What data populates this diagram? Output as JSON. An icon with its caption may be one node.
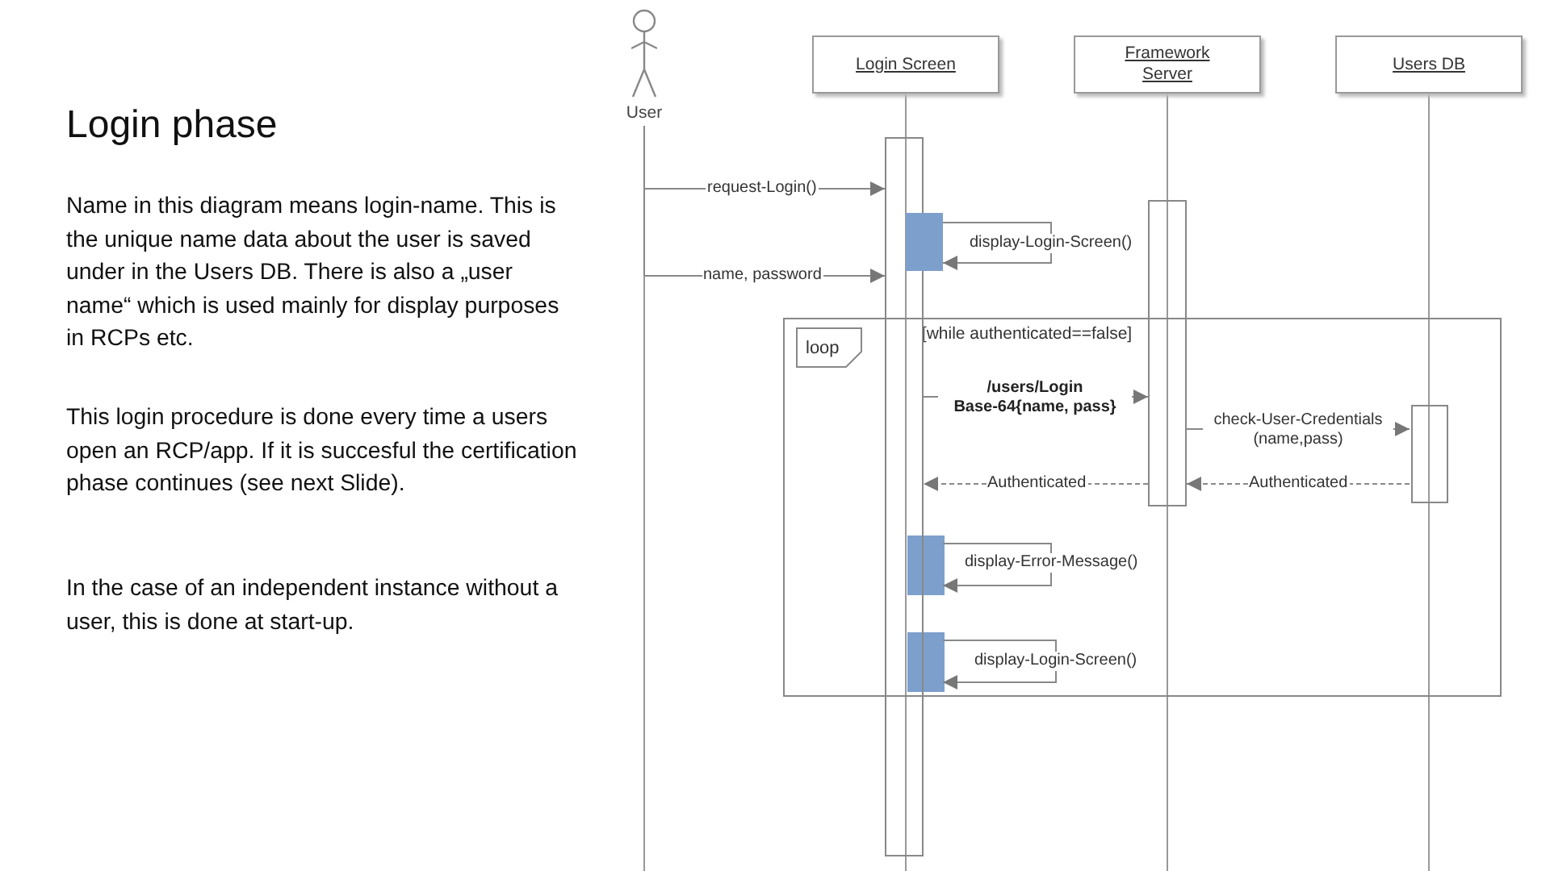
{
  "diagram": {
    "title": "Login phase",
    "nodes": [
      {
        "text": [
          "User"
        ]
      },
      {
        "text": [
          "Login Screen"
        ]
      },
      {
        "text": [
          "Framework Server"
        ]
      },
      {
        "text": [
          "Users DB"
        ]
      },
      {
        "text": [
          "loop",
          "[while authenticated==false]"
        ]
      },
      {
        "text": [],
        "shape": "bar"
      },
      {
        "text": [],
        "shape": "bar"
      },
      {
        "text": [],
        "shape": "bar"
      },
      {
        "text": [],
        "shape": "bar",
        "in": 4
      },
      {
        "text": [],
        "shape": "bar",
        "in": 4
      },
      {
        "text": [],
        "shape": "bar",
        "in": 4
      }
    ],
    "edges": [
      {
        "from": 0,
        "to": 5,
        "arrow": "to",
        "label": "request-Login()"
      },
      {
        "from": 6,
        "to": 6,
        "arrow": "to",
        "label": "display-Login-Screen()"
      },
      {
        "from": 0,
        "to": 5,
        "arrow": "to",
        "label": "name, password"
      },
      {
        "from": 5,
        "to": 7,
        "arrow": "to",
        "label": "/users/Login Base-64{name, pass}"
      },
      {
        "from": 7,
        "to": 8,
        "arrow": "to",
        "label": "check-User-Credentials (name,pass)"
      },
      {
        "from": 8,
        "to": 7,
        "arrow": "to",
        "label": "Authenticated",
        "style": "dashed"
      },
      {
        "from": 7,
        "to": 5,
        "arrow": "to",
        "label": "Authenticated",
        "style": "dashed"
      },
      {
        "from": 9,
        "to": 9,
        "arrow": "to",
        "label": "display-Error-Message()"
      },
      {
        "from": 10,
        "to": 10,
        "arrow": "to",
        "label": "display-Login-Screen()"
      }
    ],
    "labels": [
      "Name in this diagram means login-name. This is the unique name data about the user is saved under in the Users DB. There is also a „user name“ which is used mainly for display purposes in RCPs etc.",
      "This login procedure is done every time a users open an RCP/app. If it is succesful the certification phase continues (see next Slide).",
      "In the case of an independent instance without a user, this is done at start-up."
    ]
  }
}
